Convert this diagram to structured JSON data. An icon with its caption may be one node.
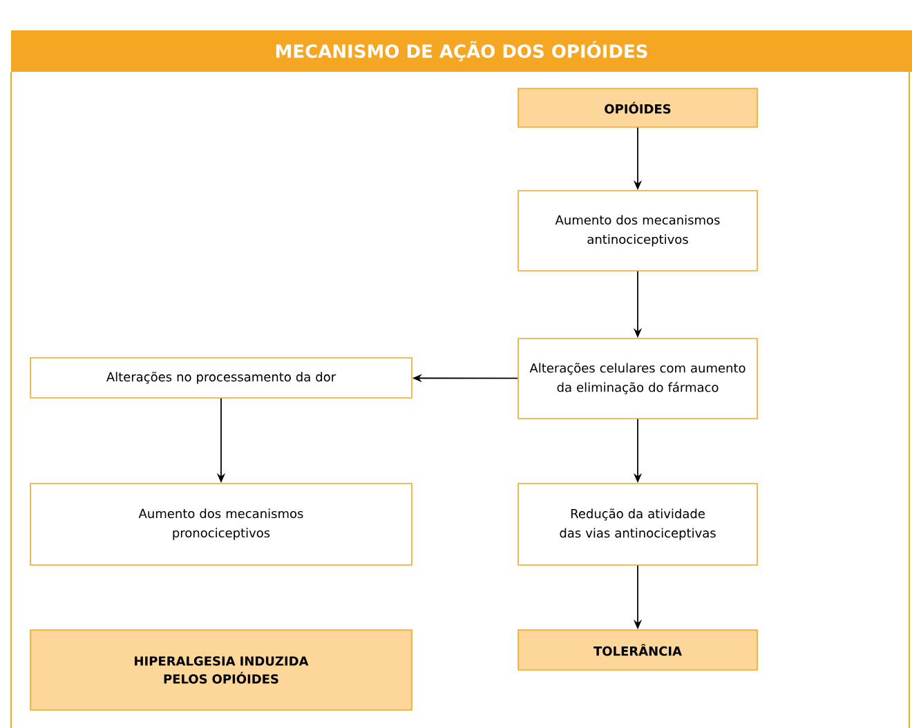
{
  "diagram": {
    "title": "MECANISMO DE AÇÃO DOS OPIÓIDES",
    "nodes": [
      {
        "text": [
          "OPIÓIDES"
        ]
      },
      {
        "text": [
          "Aumento dos mecanismos antinociceptivos"
        ]
      },
      {
        "text": [
          "Alterações celulares com aumento da eliminação do fármaco"
        ]
      },
      {
        "text": [
          "Alterações no processamento da dor"
        ]
      },
      {
        "text": [
          "Aumento dos mecanismos pronociceptivos"
        ]
      },
      {
        "text": [
          "Redução da atividade das vias antinociceptivas"
        ]
      },
      {
        "text": [
          "HIPERALGESIA INDUZIDA PELOS OPIÓIDES"
        ]
      },
      {
        "text": [
          "TOLERÂNCIA"
        ]
      }
    ],
    "edges": [
      {
        "from": 0,
        "to": 1,
        "arrow": "to"
      },
      {
        "from": 1,
        "to": 2,
        "arrow": "to"
      },
      {
        "from": 2,
        "to": 3,
        "arrow": "to"
      },
      {
        "from": 3,
        "to": 4,
        "arrow": "to"
      },
      {
        "from": 2,
        "to": 5,
        "arrow": "to"
      },
      {
        "from": 5,
        "to": 7,
        "arrow": "to"
      }
    ]
  }
}
